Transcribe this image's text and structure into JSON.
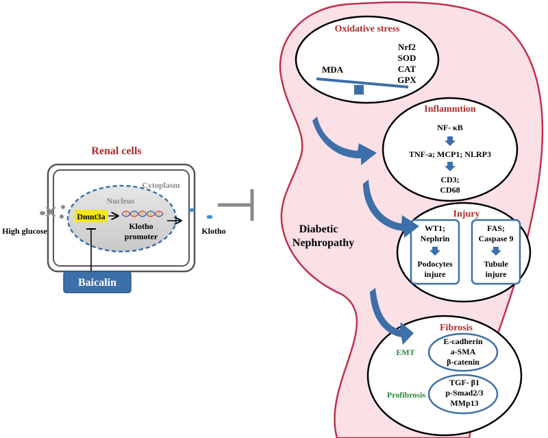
{
  "renal": {
    "title": "Renal  cells",
    "cytoplasm": "Cytoplasm",
    "nucleus": "Nucleus",
    "dnmt": "Dmnt3a",
    "klotho_promoter_1": "Klotho",
    "klotho_promoter_2": "promoter",
    "klotho": "Klotho",
    "high_glucose": "High glucose",
    "baicalin": "Baicalin"
  },
  "kidney": {
    "disease_1": "Diabetic",
    "disease_2": "Nephropathy",
    "fill_color": "#fbe0e6",
    "outline_color": "#c0304a"
  },
  "oxidative": {
    "title": "Oxidative stress",
    "left": "MDA",
    "right": [
      "Nrf2",
      "SOD",
      "CAT",
      "GPX"
    ]
  },
  "inflammation": {
    "title": "Inflammtion",
    "lines": [
      "NF- κB",
      "TNF-a; MCP1; NLRP3",
      "CD3;",
      "CD68"
    ]
  },
  "injury": {
    "title": "Injury",
    "left_top": [
      "WT1;",
      "Nephrin"
    ],
    "left_bottom": [
      "Podocytes",
      "injure"
    ],
    "right_top": [
      "FAS;",
      "Caspase 9"
    ],
    "right_bottom": [
      "Tubule",
      "injure"
    ]
  },
  "fibrosis": {
    "title": "Fibrosis",
    "emt_label": "EMT",
    "emt_items": [
      "E-cadherin",
      "a-SMA",
      "β-catenin"
    ],
    "pro_label": "Profibrosis",
    "pro_items": [
      "TGF- β1",
      "p-Smad2/3",
      "MMp13"
    ]
  },
  "colors": {
    "accent_blue": "#3d6fa8",
    "title_red": "#b22a2a",
    "label_green": "#2a8a3a",
    "highlight_yellow": "#f5e61a"
  }
}
